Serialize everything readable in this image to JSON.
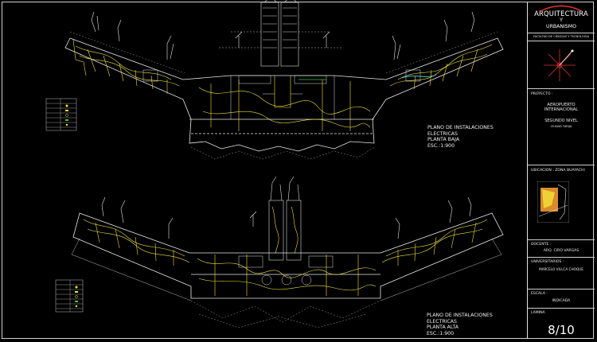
{
  "title_block": {
    "logo_line1": "ARQUITECTURA",
    "logo_line2": "Y",
    "logo_line3": "URBANISMO",
    "faculty": "FACULTAD DE CIENCIAS Y TECNOLOGIA",
    "proyecto_label": "PROYECTO :",
    "proyecto_name_1": "AEROPUERTO",
    "proyecto_name_2": "INTERNACIONAL",
    "proyecto_level": "SEGUNDO NIVEL",
    "proyecto_city": "CIUDAD TARIJA",
    "ubicacion_label": "UBICACION : ZONA BUAYACHI",
    "docente_label": "DOCENTE :",
    "docente_name": "ARQ. CIRO VARGAS",
    "universitarios_label": "UNIVERSITARIOS :",
    "universitarios_name": "MARCELO VILLCA CHOQUE",
    "escala_label": "ESCALA :",
    "escala_value": "INDICADA",
    "lamina_label": "LAMINA",
    "lamina_value": "8/10"
  },
  "plans": [
    {
      "line1": "PLANO DE INSTALACIONES",
      "line2": "ELECTRICAS",
      "line3": "PLANTA BAJA",
      "line4": "ESC.:1:900"
    },
    {
      "line1": "PLANO DE INSTALACIONES",
      "line2": "ELECTRICAS",
      "line3": "PLANTA ALTA",
      "line4": "ESC.:1:900"
    }
  ],
  "colors": {
    "background": "#000000",
    "walls": "#e8e8e8",
    "electric": "#f2e23a",
    "accent_red": "#e0342c",
    "accent_cyan": "#3fd0d8",
    "accent_green": "#3cc44a"
  }
}
